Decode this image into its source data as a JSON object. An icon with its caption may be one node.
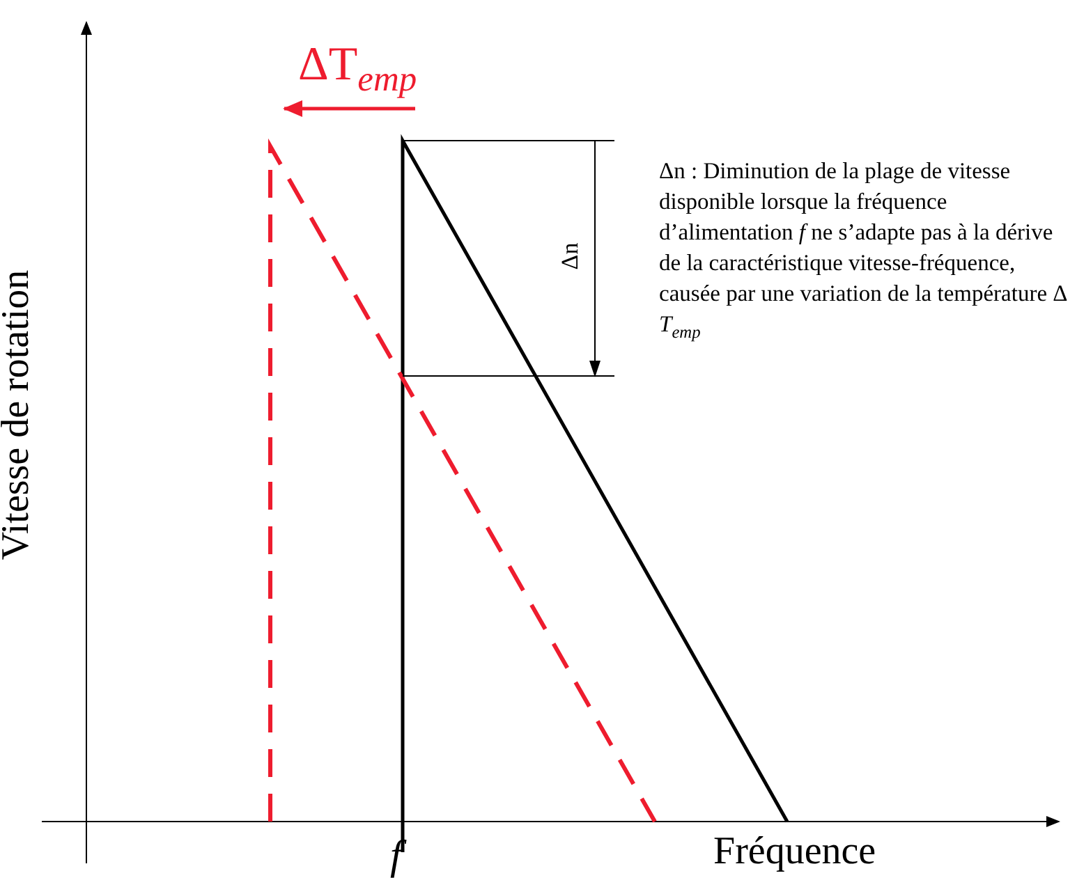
{
  "diagram": {
    "labels": [
      "ΔT$_{emp}$",
      "Δn",
      "Δn : Diminution de la plage de vitesse disponible lorsque la fréquence d’alimentation *f* ne s’adapte pas à la dérive de la caractéristique vitesse-fréquence, causée par une variation de la température Δ *T*$_{emp}$",
      "Vitesse de rotation",
      "*f*",
      "Fréquence"
    ]
  }
}
